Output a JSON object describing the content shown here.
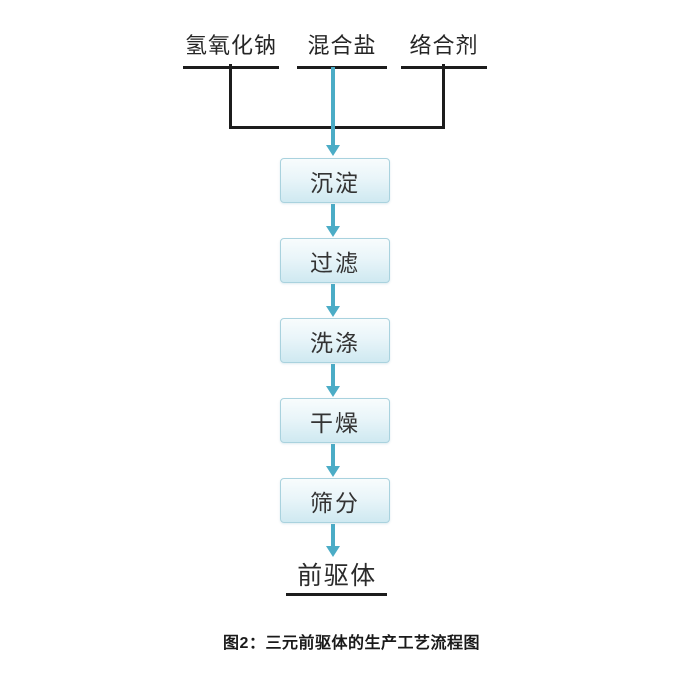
{
  "flowchart": {
    "inputs": [
      {
        "label": "氢氧化钠"
      },
      {
        "label": "混合盐"
      },
      {
        "label": "络合剂"
      }
    ],
    "steps": [
      {
        "label": "沉淀"
      },
      {
        "label": "过滤"
      },
      {
        "label": "洗涤"
      },
      {
        "label": "干燥"
      },
      {
        "label": "筛分"
      }
    ],
    "output": {
      "label": "前驱体"
    },
    "caption": "图2：三元前驱体的生产工艺流程图",
    "colors": {
      "arrow": "#4bacc6",
      "line": "#1c1c1c",
      "box_border": "#a9d2de",
      "box_fill_top": "#f8fcfd",
      "box_fill_bottom": "#cfe9f1",
      "text": "#2d2d2d"
    }
  }
}
